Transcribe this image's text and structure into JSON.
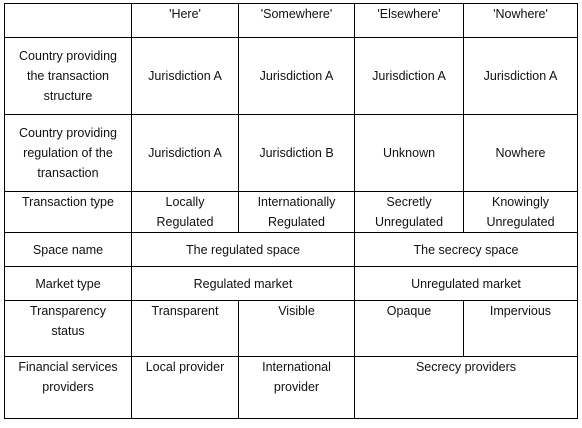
{
  "columns": [
    "",
    "'Here'",
    "'Somewhere'",
    "'Elsewhere'",
    "'Nowhere'"
  ],
  "rows": {
    "structure": {
      "label": [
        "Country providing",
        "the transaction",
        "structure"
      ],
      "cells": [
        "Jurisdiction A",
        "Jurisdiction A",
        "Jurisdiction A",
        "Jurisdiction A"
      ]
    },
    "regulation": {
      "label": [
        "Country providing",
        "regulation of the",
        "transaction"
      ],
      "cells": [
        "Jurisdiction A",
        "Jurisdiction B",
        "Unknown",
        "Nowhere"
      ]
    },
    "transaction_type": {
      "label": [
        "Transaction type"
      ],
      "cells": [
        [
          "Locally",
          "Regulated"
        ],
        [
          "Internationally",
          "Regulated"
        ],
        [
          "Secretly",
          "Unregulated"
        ],
        [
          "Knowingly",
          "Unregulated"
        ]
      ]
    },
    "space_name": {
      "label": [
        "Space name"
      ],
      "cells": [
        "The regulated space",
        "The secrecy space"
      ]
    },
    "market_type": {
      "label": [
        "Market type"
      ],
      "cells": [
        "Regulated market",
        "Unregulated market"
      ]
    },
    "transparency": {
      "label": [
        "Transparency",
        "status"
      ],
      "cells": [
        "Transparent",
        "Visible",
        "Opaque",
        "Impervious"
      ]
    },
    "providers": {
      "label": [
        "Financial services",
        "providers"
      ],
      "cells": [
        [
          "Local provider"
        ],
        [
          "International",
          "provider"
        ],
        [
          "Secrecy providers"
        ]
      ]
    }
  }
}
